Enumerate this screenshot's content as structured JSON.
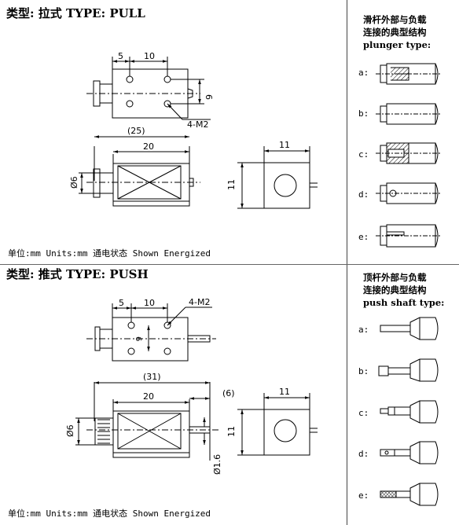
{
  "pull": {
    "title": "类型: 拉式  TYPE: PULL",
    "units_note": "单位:mm  Units:mm    通电状态 Shown Energized",
    "dims": {
      "d5": "5",
      "d10": "10",
      "d6": "6",
      "d4m2": "4-M2",
      "d25": "(25)",
      "d20": "20",
      "dia6": "Ø6",
      "d11": "11",
      "d11v": "11"
    }
  },
  "push": {
    "title": "类型: 推式  TYPE: PUSH",
    "units_note": "单位:mm  Units:mm    通电状态 Shown Energized",
    "dims": {
      "d5": "5",
      "d10": "10",
      "d6": "6",
      "d4m2": "4-M2",
      "d31": "(31)",
      "d20": "20",
      "d6p": "(6)",
      "dia6": "Ø6",
      "dia16": "Ø1.6",
      "d11": "11",
      "d11v": "11"
    }
  },
  "plunger": {
    "heading": [
      "滑杆外部与负载",
      "连接的典型结构",
      "plunger type:"
    ],
    "labels": [
      "a:",
      "b:",
      "c:",
      "d:",
      "e:"
    ]
  },
  "pushshaft": {
    "heading": [
      "顶杆外部与负载",
      "连接的典型结构",
      "push shaft type:"
    ],
    "labels": [
      "a:",
      "b:",
      "c:",
      "d:",
      "e:"
    ]
  }
}
